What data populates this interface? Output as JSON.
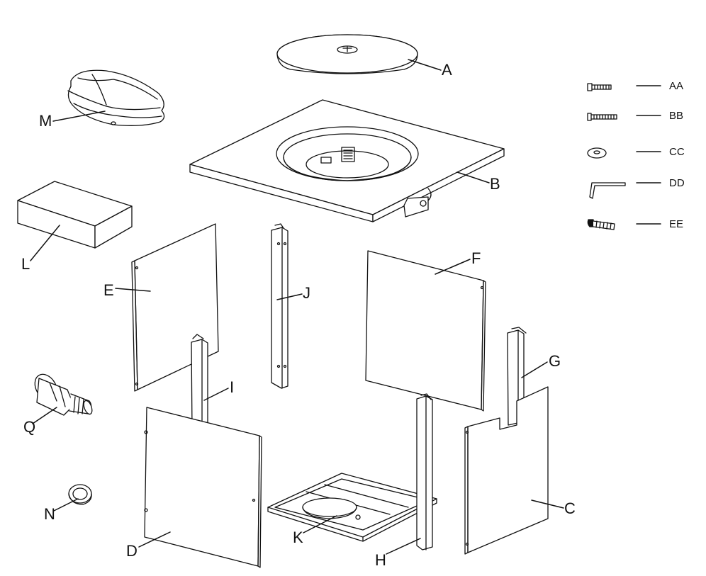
{
  "parts": {
    "A": "A",
    "B": "B",
    "C": "C",
    "D": "D",
    "E": "E",
    "F": "F",
    "G": "G",
    "H": "H",
    "I": "I",
    "J": "J",
    "K": "K",
    "L": "L",
    "M": "M",
    "N": "N",
    "Q": "Q"
  },
  "hardware": {
    "AA": "AA",
    "BB": "BB",
    "CC": "CC",
    "DD": "DD",
    "EE": "EE"
  }
}
